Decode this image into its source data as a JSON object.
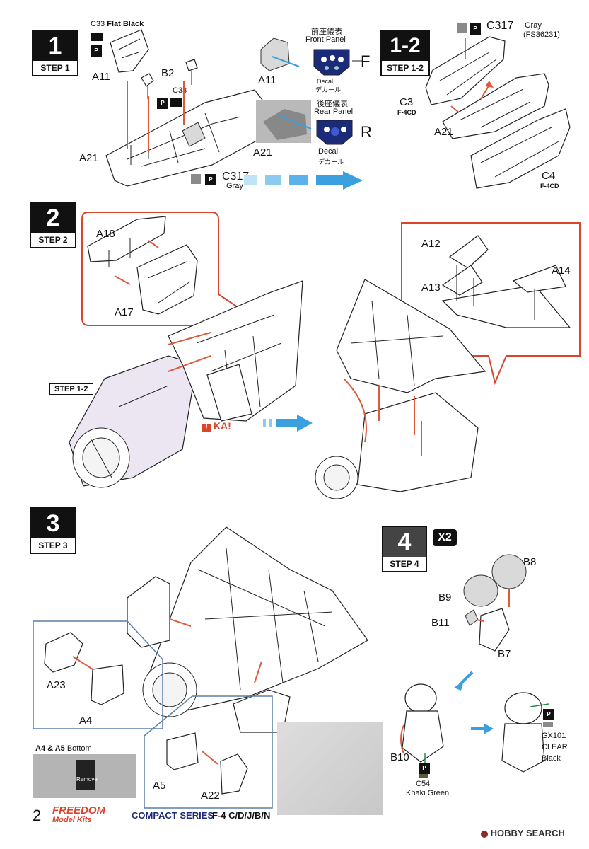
{
  "steps": {
    "s1": {
      "num": "1",
      "label": "STEP 1"
    },
    "s12": {
      "num": "1-2",
      "label": "STEP 1-2"
    },
    "s2": {
      "num": "2",
      "label": "STEP 2"
    },
    "s3": {
      "num": "3",
      "label": "STEP 3"
    },
    "s4": {
      "num": "4",
      "label": "STEP 4",
      "multiplier": "X2"
    }
  },
  "step1": {
    "paint_c33_a": "C33",
    "paint_c33_a_name": "Flat Black",
    "paint_c33_b": "C33",
    "part_a11": "A11",
    "part_b2": "B2",
    "part_a21": "A21",
    "paint_c317": "C317",
    "paint_c317_name": "Gray",
    "front_panel_jp": "前座儀表",
    "front_panel_en": "Front Panel",
    "front_part": "A11",
    "front_decal": "Decal",
    "front_decal_jp": "デカール",
    "front_letter": "F",
    "rear_panel_jp": "後座儀表",
    "rear_panel_en": "Rear Panel",
    "rear_part": "A21",
    "rear_decal": "Decal",
    "rear_decal_jp": "デカール",
    "rear_letter": "R"
  },
  "step12": {
    "paint_c317": "C317",
    "paint_c317_name": "Gray",
    "paint_c317_fs": "(FS36231)",
    "part_c3": "C3",
    "part_c3_sub": "F-4CD",
    "part_a21": "A21",
    "part_c4": "C4",
    "part_c4_sub": "F-4CD"
  },
  "step2": {
    "part_a18": "A18",
    "part_a17": "A17",
    "ref_step": "STEP 1-2",
    "ka_text": "KA!",
    "part_a12": "A12",
    "part_a13": "A13",
    "part_a14": "A14"
  },
  "step3": {
    "part_a23": "A23",
    "part_a4": "A4",
    "bottom_label_parts": "A4 & A5",
    "bottom_label": "Bottom",
    "part_a5": "A5",
    "part_a22": "A22",
    "remove_label": "Remove"
  },
  "step4": {
    "part_b8": "B8",
    "part_b9": "B9",
    "part_b11": "B11",
    "part_b7": "B7",
    "part_b10": "B10",
    "paint_c54": "C54",
    "paint_c54_name": "Khaki Green",
    "paint_gx101": "GX101",
    "paint_gx101_name1": "CLEAR",
    "paint_gx101_name2": "Black"
  },
  "footer": {
    "page_number": "2",
    "brand_top": "FREEDOM",
    "brand_bottom": "Model Kits",
    "series": "COMPACT SERIES",
    "model": "F-4 C/D/J/B/N",
    "watermark": "HOBBY SEARCH"
  },
  "colors": {
    "accent_red": "#d9442b",
    "box_blue": "#5a7fa3",
    "arrow_blue": "#3aa0e0",
    "gray_paint": "#8a8a8a",
    "lavender": "#ece6f3",
    "navy": "#1c2a7a"
  }
}
